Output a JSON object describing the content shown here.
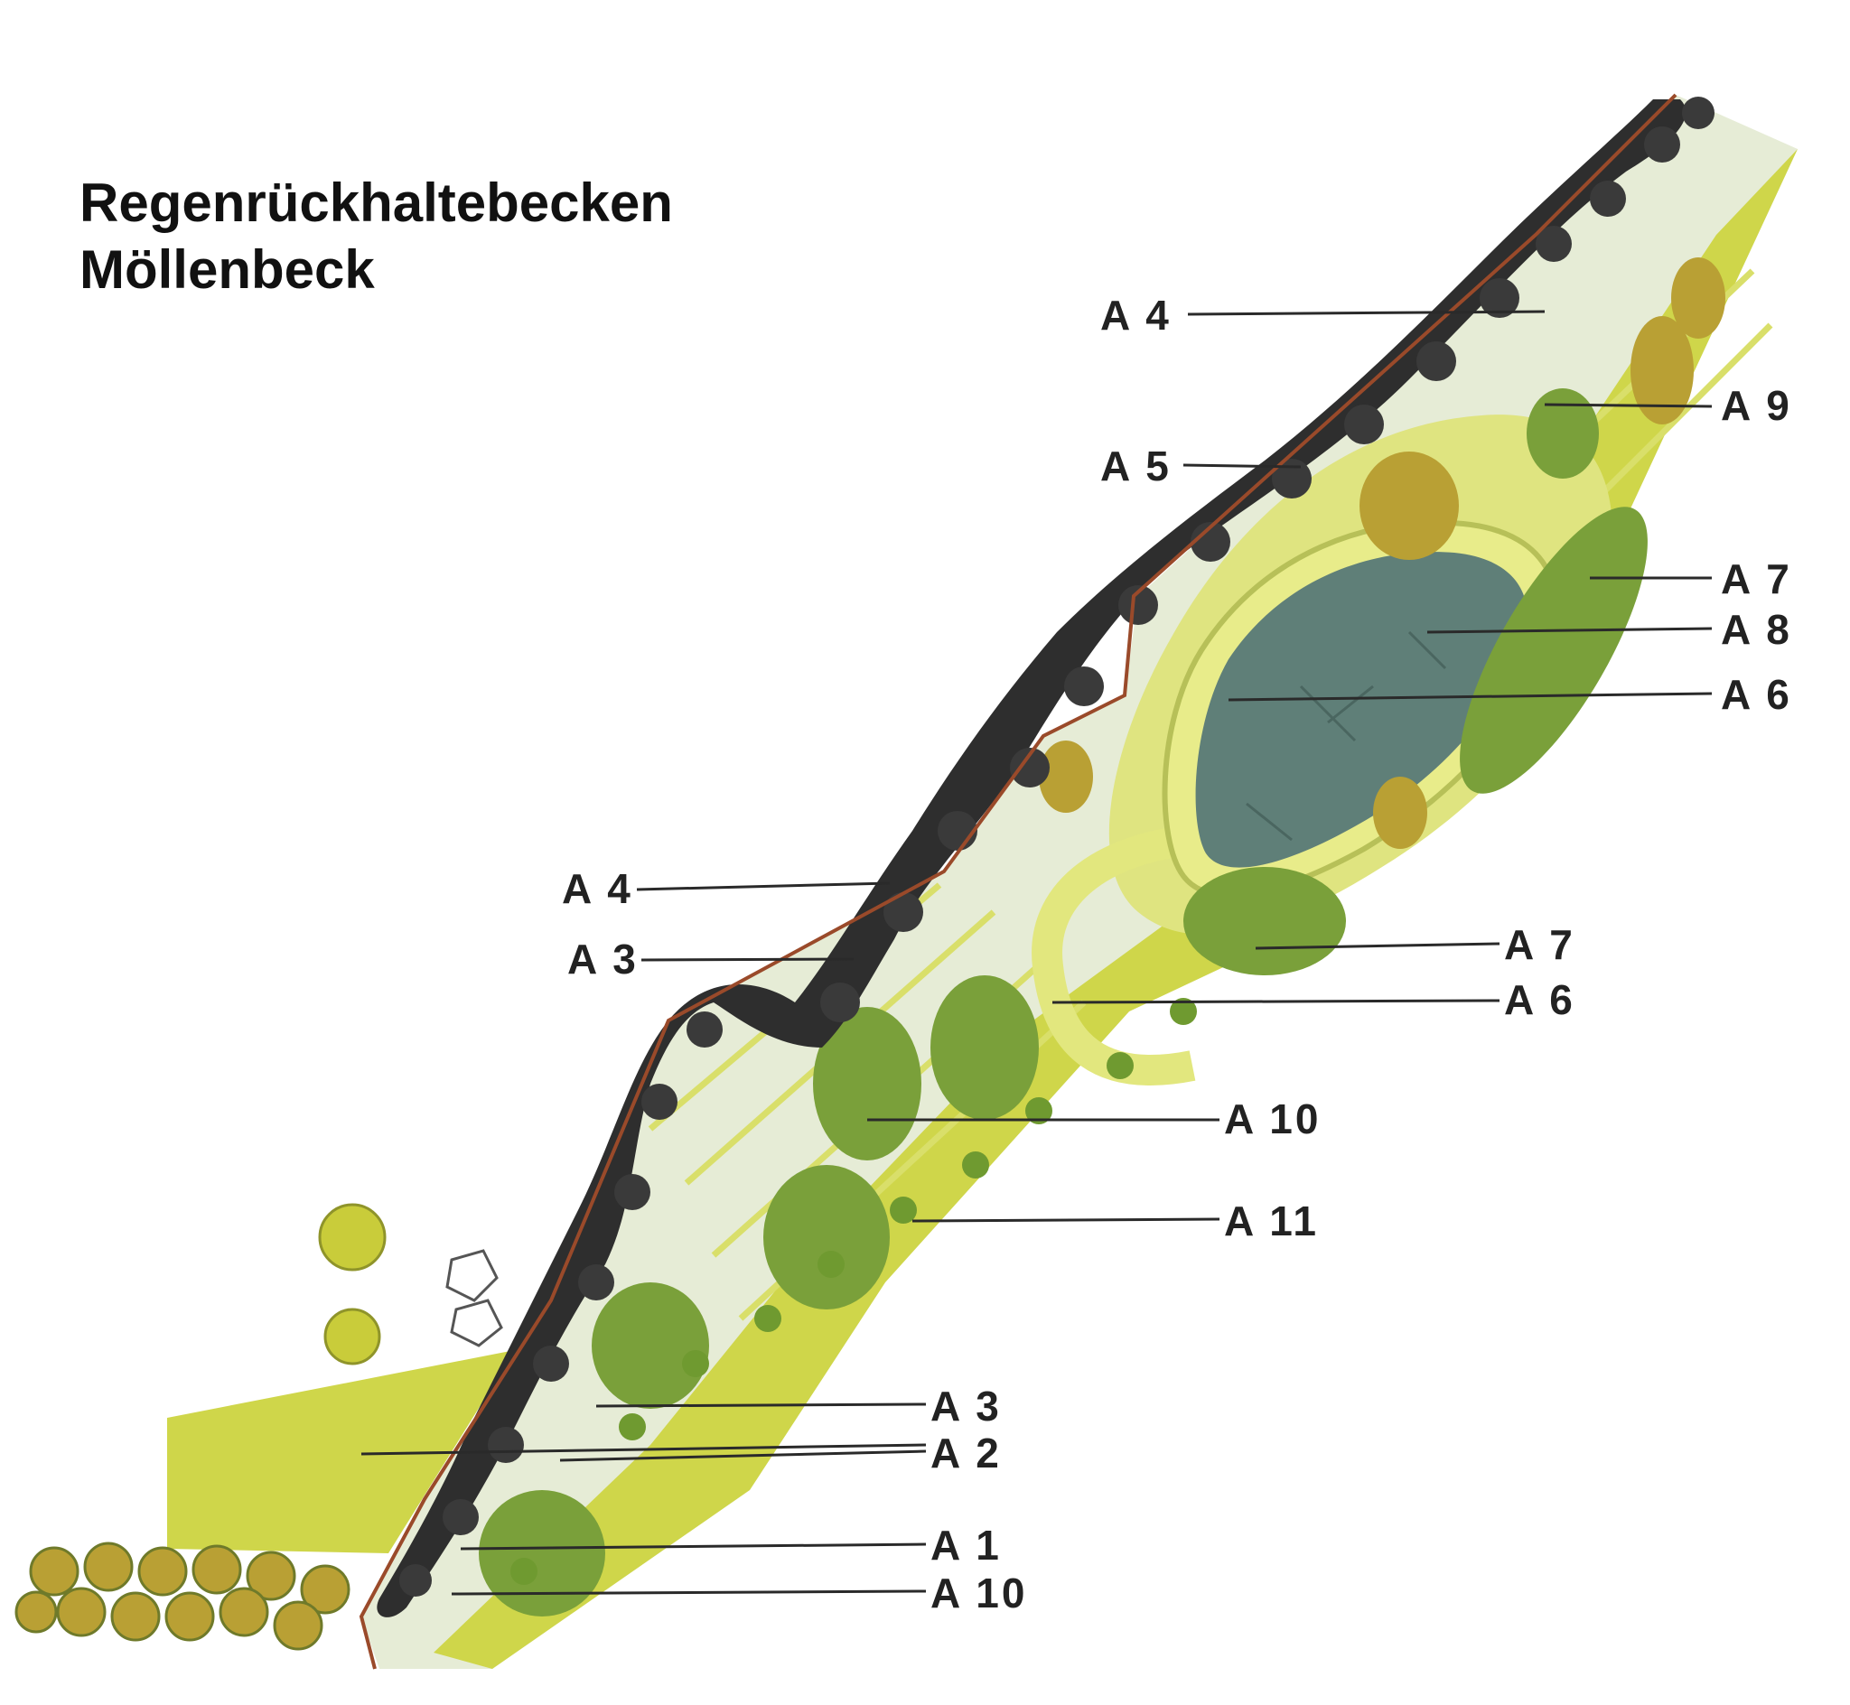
{
  "title": {
    "line1": "Regenrückhaltebecken",
    "line2": "Möllenbeck"
  },
  "labels": [
    {
      "id": "a4-top",
      "text": "A 4"
    },
    {
      "id": "a5",
      "text": "A 5"
    },
    {
      "id": "a9",
      "text": "A 9"
    },
    {
      "id": "a7-top",
      "text": "A 7"
    },
    {
      "id": "a8",
      "text": "A 8"
    },
    {
      "id": "a6-top",
      "text": "A 6"
    },
    {
      "id": "a4-mid",
      "text": "A 4"
    },
    {
      "id": "a3-mid",
      "text": "A 3"
    },
    {
      "id": "a7-mid",
      "text": "A 7"
    },
    {
      "id": "a6-mid",
      "text": "A 6"
    },
    {
      "id": "a10-mid",
      "text": "A 10"
    },
    {
      "id": "a11",
      "text": "A 11"
    },
    {
      "id": "a3-low",
      "text": "A 3"
    },
    {
      "id": "a2",
      "text": "A 2"
    },
    {
      "id": "a1",
      "text": "A 1"
    },
    {
      "id": "a10-low",
      "text": "A 10"
    }
  ],
  "colors": {
    "meadow": "#cfd64a",
    "meadow_light": "#dfe480",
    "grass_pale": "#e6ecd6",
    "shrub": "#7aa03a",
    "tree_dark": "#2e2e2e",
    "pond": "#5f7f78",
    "pond_rim": "#e8ec8a",
    "boundary": "#9a4a2a",
    "orchard": "#b9a034"
  }
}
